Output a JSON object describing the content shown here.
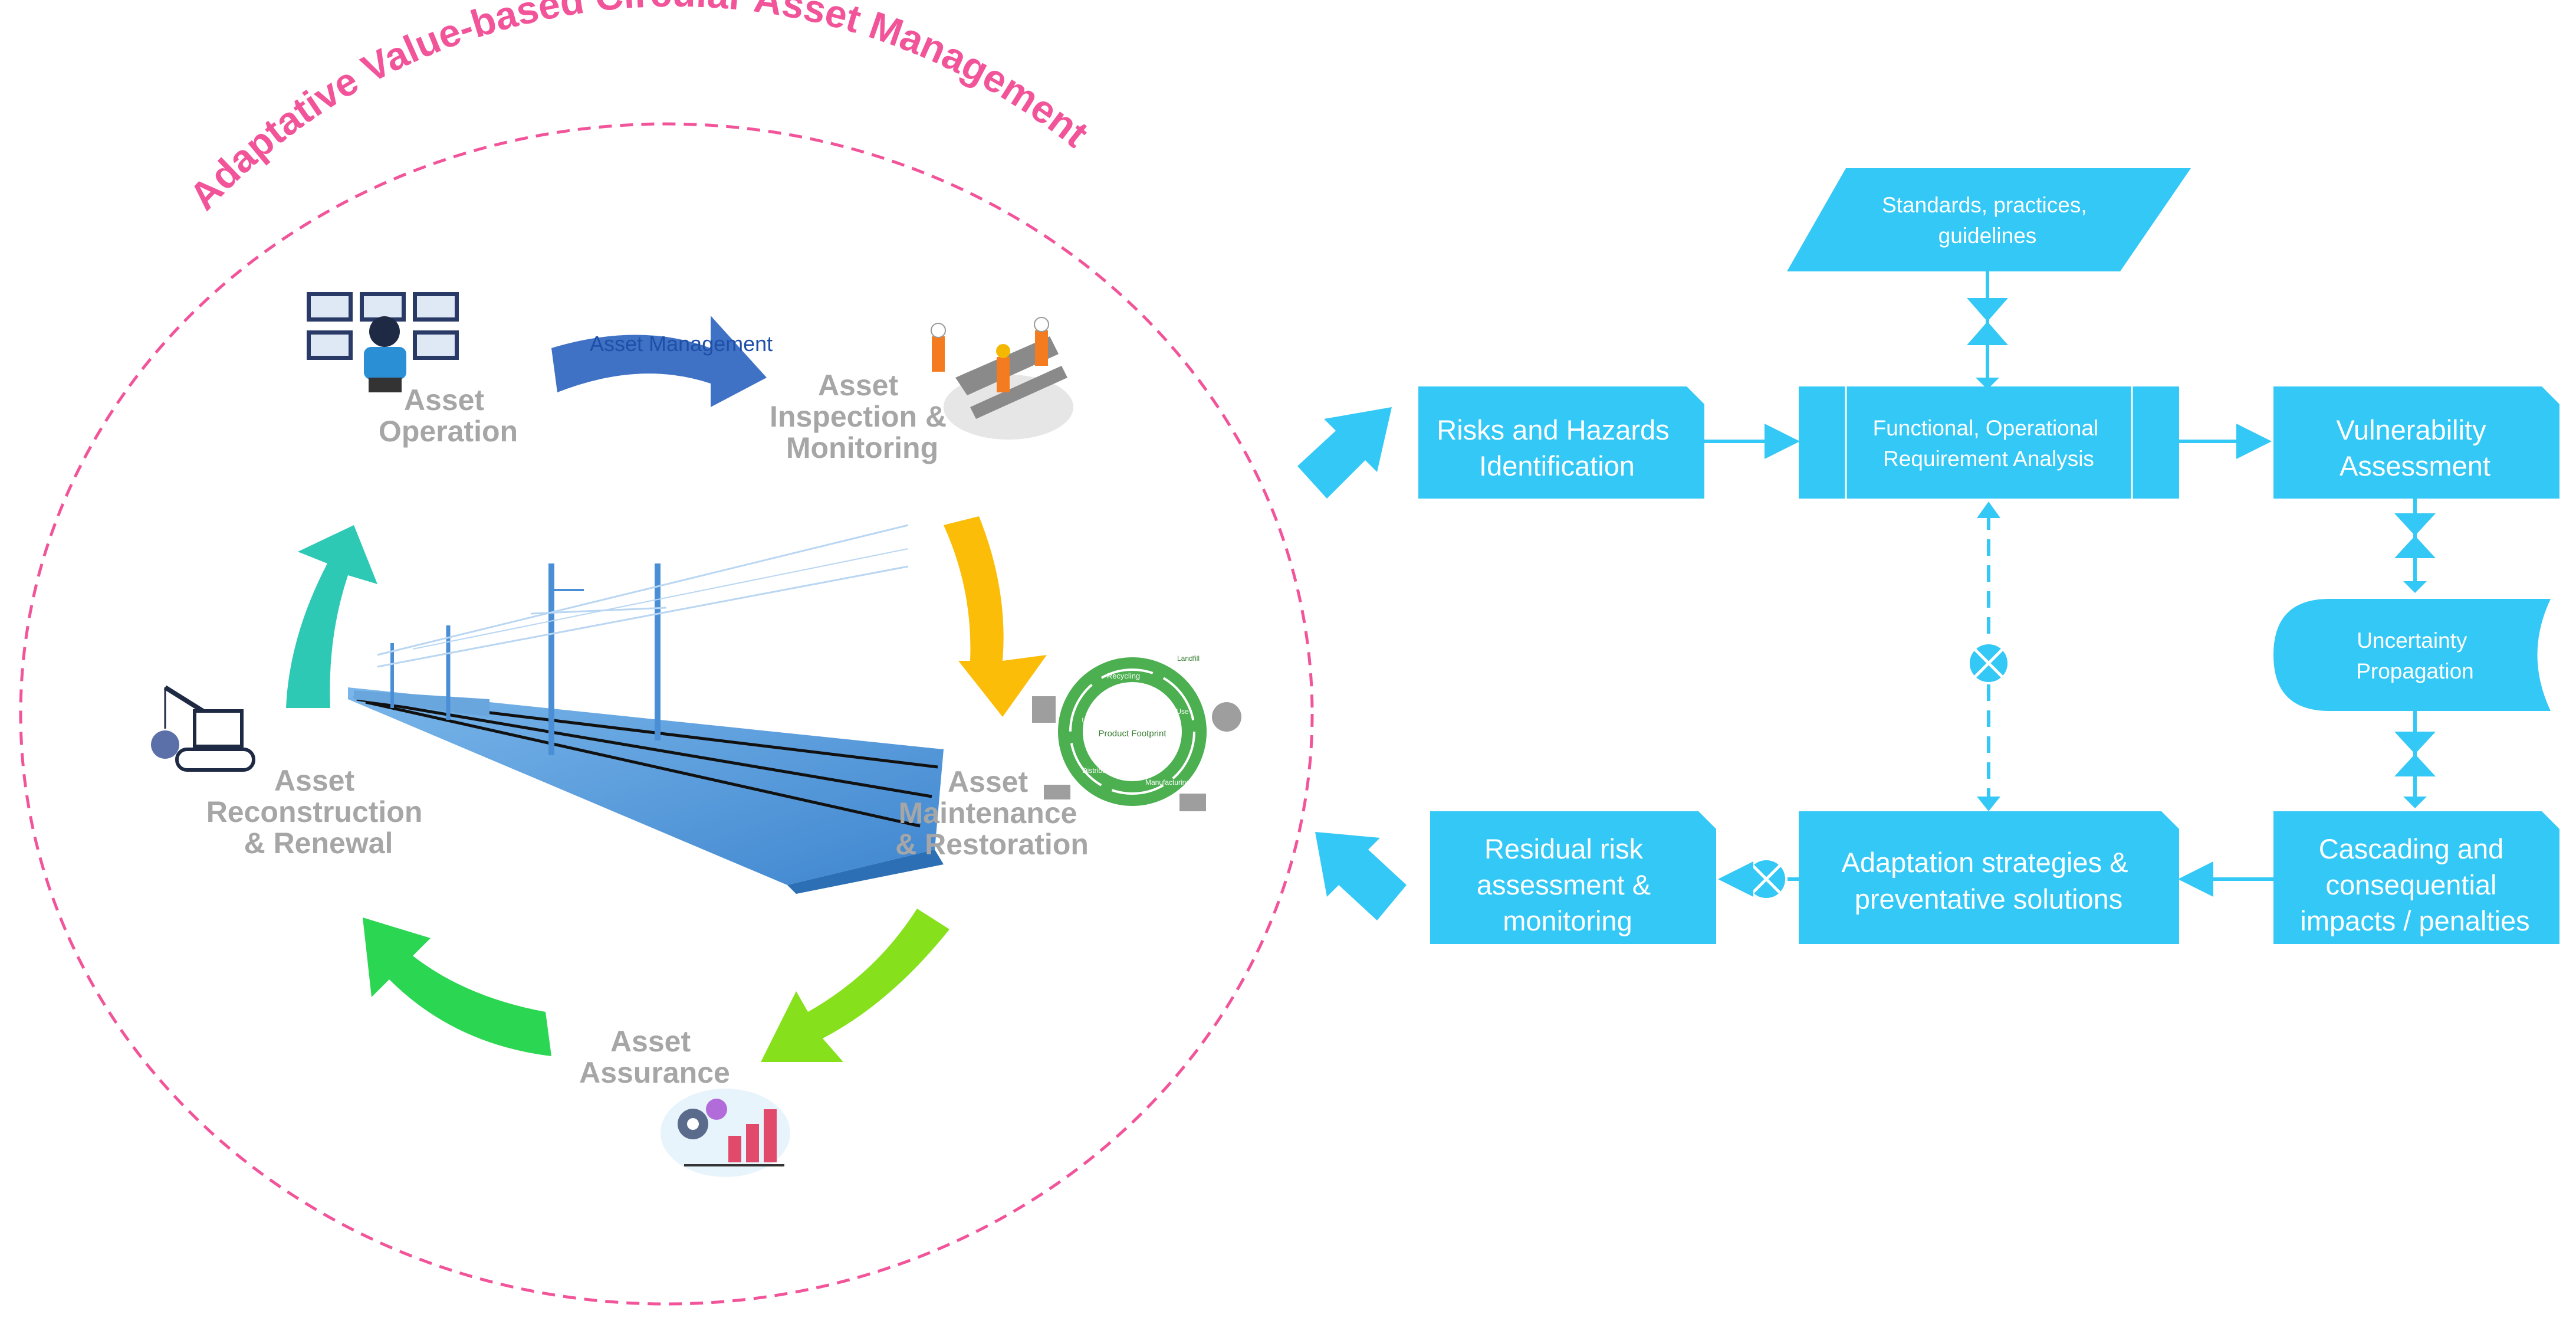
{
  "cycle": {
    "title": "Adaptative Value-based Circular Asset Management",
    "arrow_label": "Asset Management",
    "stages": {
      "operation": [
        "Asset",
        "Operation"
      ],
      "inspection": [
        "Asset",
        "Inspection &",
        "Monitoring"
      ],
      "maintenance": [
        "Asset",
        "Maintenance",
        "& Restoration"
      ],
      "assurance": [
        "Asset",
        "Assurance"
      ],
      "reconstruction": [
        "Asset",
        "Reconstruction",
        "& Renewal"
      ]
    },
    "footprint": {
      "center": "Product Footprint",
      "segments": [
        "Recycling",
        "Landfill",
        "Use",
        "Manufacturing",
        "Distribution",
        "Use"
      ]
    }
  },
  "flow": {
    "standards": [
      "Standards, practices,",
      "guidelines"
    ],
    "risks": [
      "Risks and Hazards",
      "Identification"
    ],
    "functional": [
      "Functional, Operational",
      "Requirement Analysis"
    ],
    "vulnerability": [
      "Vulnerability",
      "Assessment"
    ],
    "uncertainty": [
      "Uncertainty",
      "Propagation"
    ],
    "cascading": [
      "Cascading and",
      "consequential",
      "impacts / penalties"
    ],
    "adaptation": [
      "Adaptation strategies &",
      "preventative solutions"
    ],
    "residual": [
      "Residual risk",
      "assessment &",
      "monitoring"
    ]
  },
  "colors": {
    "flow_box": "#33c8f5",
    "title_pink": "#f2549a",
    "arrow_blue": "#3f72c5",
    "arrow_yellow": "#fbbd08",
    "arrow_lime": "#86e01c",
    "arrow_green": "#2bd652",
    "arrow_teal": "#2ec9b4",
    "label_gray": "#a6a6a6"
  }
}
